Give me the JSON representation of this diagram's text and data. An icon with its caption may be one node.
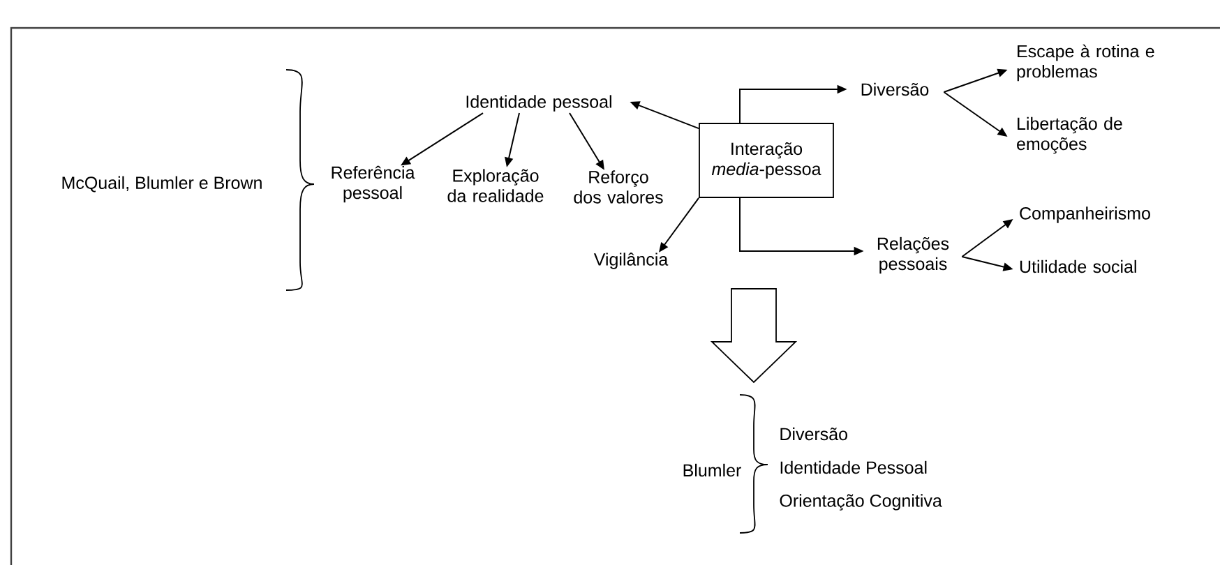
{
  "diagram": {
    "nodes": [
      {
        "text": [
          "Interação *media*-pessoa"
        ]
      },
      {
        "text": [
          "Identidade pessoal"
        ]
      },
      {
        "text": [
          "Referência pessoal"
        ]
      },
      {
        "text": [
          "Exploração da realidade"
        ]
      },
      {
        "text": [
          "Reforço dos valores"
        ]
      },
      {
        "text": [
          "Vigilância"
        ]
      },
      {
        "text": [
          "Diversão"
        ]
      },
      {
        "text": [
          "Relações pessoais"
        ]
      },
      {
        "text": [
          "Escape à rotina e problemas"
        ]
      },
      {
        "text": [
          "Libertação de emoções"
        ]
      },
      {
        "text": [
          "Companheirismo"
        ]
      },
      {
        "text": [
          "Utilidade social"
        ]
      }
    ],
    "edges": [
      {
        "from": 0,
        "to": 1,
        "arrow": "to"
      },
      {
        "from": 1,
        "to": 2,
        "arrow": "to"
      },
      {
        "from": 1,
        "to": 3,
        "arrow": "to"
      },
      {
        "from": 1,
        "to": 4,
        "arrow": "to"
      },
      {
        "from": 0,
        "to": 5,
        "arrow": "to"
      },
      {
        "from": 0,
        "to": 6,
        "arrow": "to"
      },
      {
        "from": 0,
        "to": 7,
        "arrow": "to"
      },
      {
        "from": 6,
        "to": 8,
        "arrow": "to"
      },
      {
        "from": 6,
        "to": 9,
        "arrow": "to"
      },
      {
        "from": 7,
        "to": 10,
        "arrow": "to"
      },
      {
        "from": 7,
        "to": 11,
        "arrow": "to"
      }
    ],
    "labels": [
      "McQuail, Blumler e Brown",
      "Blumler",
      "Diversão",
      "Identidade Pessoal",
      "Orientação Cognitiva"
    ]
  }
}
